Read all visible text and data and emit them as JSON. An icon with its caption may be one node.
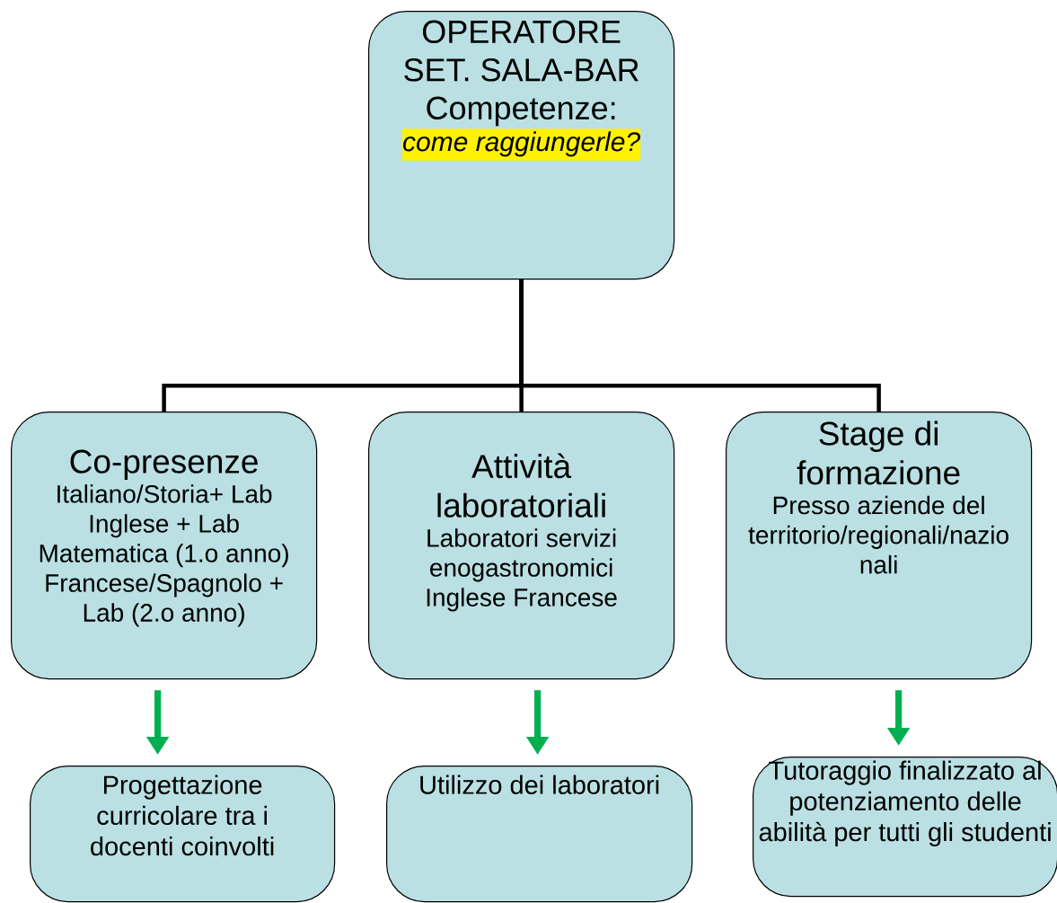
{
  "diagram": {
    "nodes": [
      {
        "text": [
          "OPERATORE SET. SALA-BAR Competenze:",
          "come raggiungerle?"
        ]
      },
      {
        "text": [
          "Co-presenze",
          "Italiano/Storia+ Lab Inglese + Lab Matematica (1.o anno) Francese/Spagnolo + Lab (2.o anno)"
        ]
      },
      {
        "text": [
          "Attività laboratoriali",
          "Laboratori servizi enogastronomici Inglese Francese"
        ]
      },
      {
        "text": [
          "Stage di formazione",
          "Presso aziende del territorio/regionali/nazio nali"
        ]
      },
      {
        "text": [
          "Progettazione curricolare tra i docenti coinvolti"
        ]
      },
      {
        "text": [
          "Utilizzo dei laboratori"
        ]
      },
      {
        "text": [
          "Tutoraggio finalizzato al potenziamento delle abilità per tutti gli studenti"
        ]
      }
    ],
    "edges": [
      {
        "from": 0,
        "to": 1,
        "arrow": "none"
      },
      {
        "from": 0,
        "to": 2,
        "arrow": "none"
      },
      {
        "from": 0,
        "to": 3,
        "arrow": "none"
      },
      {
        "from": 1,
        "to": 4,
        "arrow": "to",
        "color": "#00b050"
      },
      {
        "from": 2,
        "to": 5,
        "arrow": "to",
        "color": "#00b050"
      },
      {
        "from": 3,
        "to": 6,
        "arrow": "to",
        "color": "#00b050"
      }
    ]
  }
}
